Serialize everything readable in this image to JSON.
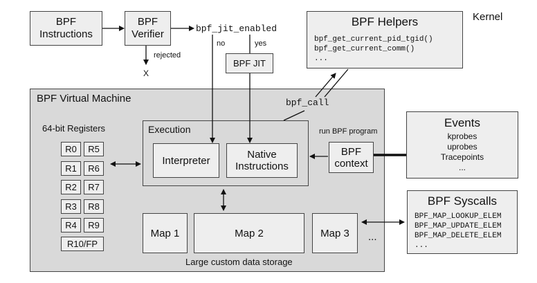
{
  "kernel_label": "Kernel",
  "bpf_instructions": [
    "BPF",
    "Instructions"
  ],
  "bpf_verifier": [
    "BPF",
    "Verifier"
  ],
  "rejected_label": "rejected",
  "rejected_mark": "X",
  "jit_enabled_label": "bpf_jit_enabled",
  "no_label": "no",
  "yes_label": "yes",
  "bpf_jit": "BPF JIT",
  "helpers": {
    "title": "BPF Helpers",
    "items": [
      "bpf_get_current_pid_tgid()",
      "bpf_get_current_comm()",
      "..."
    ]
  },
  "vm": {
    "title": "BPF Virtual Machine",
    "bpf_call": "bpf_call",
    "registers_title": "64-bit Registers",
    "registers": [
      "R0",
      "R5",
      "R1",
      "R6",
      "R2",
      "R7",
      "R3",
      "R8",
      "R4",
      "R9",
      "R10/FP"
    ],
    "execution_title": "Execution",
    "interpreter": "Interpreter",
    "native": [
      "Native",
      "Instructions"
    ],
    "maps": [
      "Map 1",
      "Map 2",
      "Map 3"
    ],
    "maps_more": "...",
    "storage_label": "Large custom data storage"
  },
  "run_program_label": "run BPF program",
  "bpf_context": [
    "BPF",
    "context"
  ],
  "events": {
    "title": "Events",
    "items": [
      "kprobes",
      "uprobes",
      "Tracepoints",
      "..."
    ]
  },
  "syscalls": {
    "title": "BPF Syscalls",
    "items": [
      "BPF_MAP_LOOKUP_ELEM",
      "BPF_MAP_UPDATE_ELEM",
      "BPF_MAP_DELETE_ELEM",
      "..."
    ]
  }
}
